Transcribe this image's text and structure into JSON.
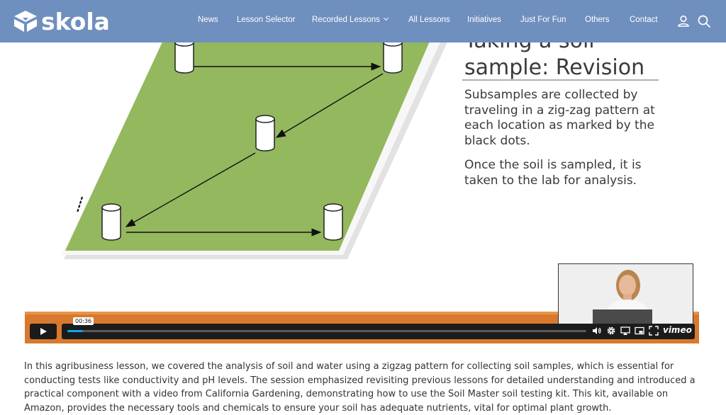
{
  "header": {
    "logo_text": "skola",
    "nav": [
      {
        "label": "News"
      },
      {
        "label": "Lesson Selector"
      },
      {
        "label": "Recorded Lessons"
      },
      {
        "label": "All Lessons"
      },
      {
        "label": "Initiatives"
      },
      {
        "label": "Just For Fun"
      },
      {
        "label": "Others"
      },
      {
        "label": "Contact"
      }
    ],
    "icons": [
      "user-icon",
      "search-icon"
    ]
  },
  "slide": {
    "title_partial": "Taking a soil",
    "title_line": "sample: Revision",
    "paragraphs": [
      "Subsamples are collected by traveling in a zig-zag pattern at each location as marked by the black dots.",
      "Once the soil is sampled, it is taken to the lab for analysis."
    ]
  },
  "video": {
    "current_time": "00:36",
    "progress_fraction": 0.03,
    "brand": "vimeo",
    "controls": [
      "play-icon",
      "volume-icon",
      "settings-icon",
      "airplay-icon",
      "pip-icon",
      "fullscreen-icon"
    ]
  },
  "description": "In this agribusiness lesson, we covered the analysis of soil and water using a zigzag pattern for collecting soil samples, which is essential for conducting tests like conductivity and pH levels. The session emphasized revisiting previous lessons for detailed understanding and introduced a practical component with a video from California Gardening, demonstrating how to use the Soil Master soil testing kit. This kit, available on Amazon, provides the necessary tools and chemicals to ensure your soil has adequate nutrients, vital for optimal plant growth.",
  "colors": {
    "header_bg": "#6f8fbe",
    "field_green": "#94b85e",
    "video_band": "#d8792e",
    "progress": "#00adef"
  }
}
